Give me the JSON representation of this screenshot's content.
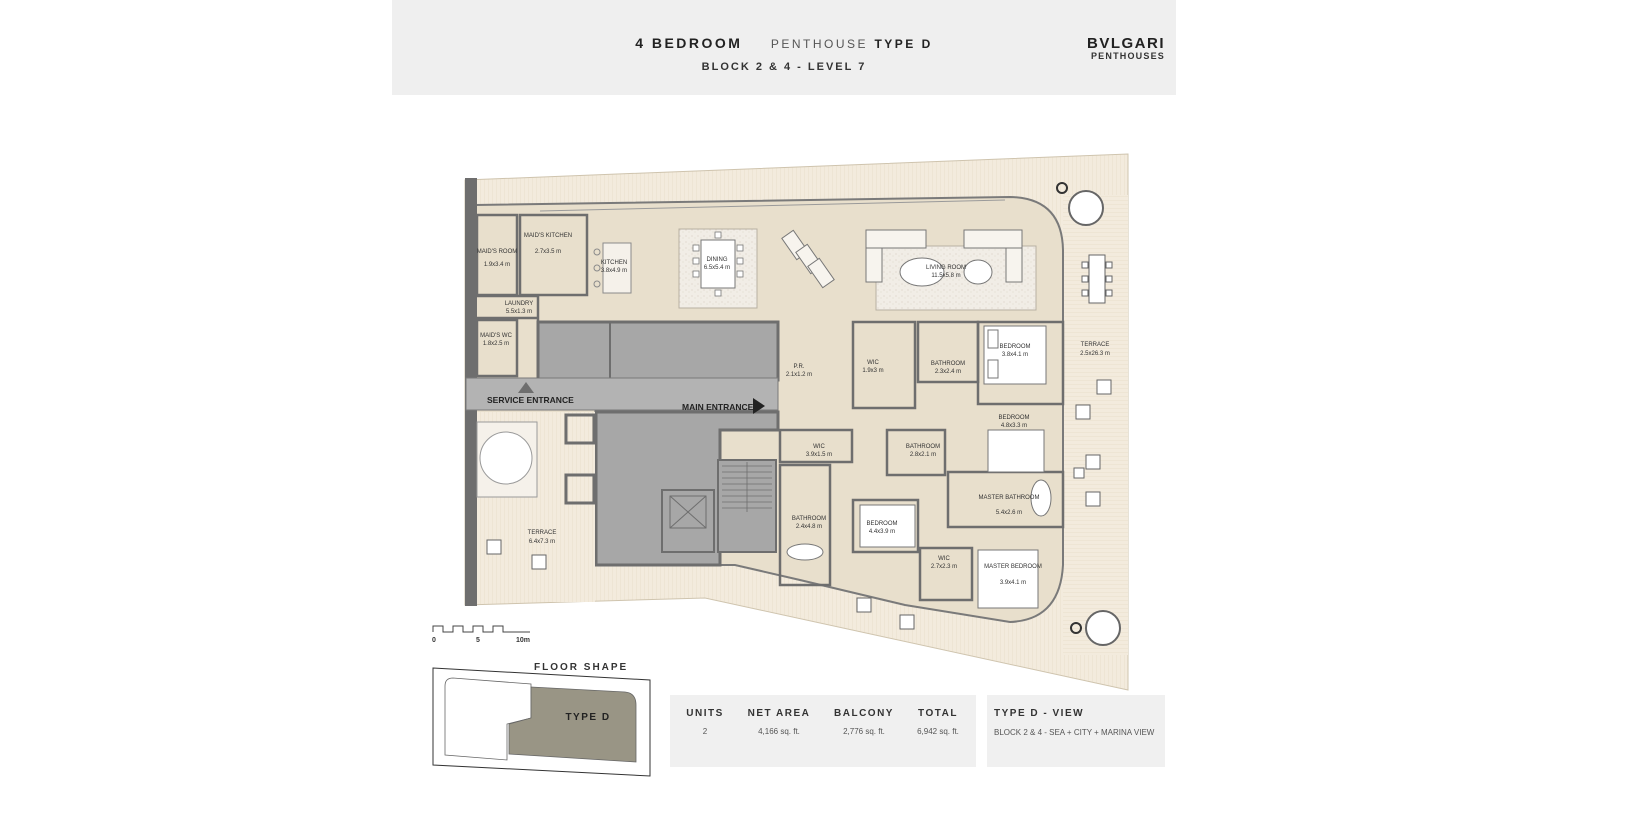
{
  "header": {
    "bedrooms": "4 BEDROOM",
    "penthouse": "PENTHOUSE",
    "type": "TYPE D",
    "location": "BLOCK 2 & 4 - LEVEL 7",
    "brand": "BVLGARI",
    "brand_sub": "PENTHOUSES"
  },
  "rooms": [
    {
      "name": "MAID'S ROOM",
      "size": "1.9x3.4 m"
    },
    {
      "name": "MAID'S KITCHEN",
      "size": "2.7x3.5 m"
    },
    {
      "name": "KITCHEN",
      "size": "3.8x4.9 m"
    },
    {
      "name": "DINING",
      "size": "6.5x5.4 m"
    },
    {
      "name": "LIVING ROOM",
      "size": "11.5x5.8 m"
    },
    {
      "name": "LAUNDRY",
      "size": "5.5x1.3 m"
    },
    {
      "name": "MAID'S WC",
      "size": "1.8x2.5 m"
    },
    {
      "name": "P.R.",
      "size": "2.1x1.2 m"
    },
    {
      "name": "WIC",
      "size": "1.9x3 m"
    },
    {
      "name": "BATHROOM",
      "size": "2.3x2.4 m"
    },
    {
      "name": "BEDROOM",
      "size": "3.8x4.1 m"
    },
    {
      "name": "TERRACE",
      "size": "2.5x26.3 m"
    },
    {
      "name": "BEDROOM",
      "size": "4.8x3.3 m"
    },
    {
      "name": "BATHROOM",
      "size": "2.8x2.1 m"
    },
    {
      "name": "WIC",
      "size": "3.9x1.5 m"
    },
    {
      "name": "MASTER BATHROOM",
      "size": "5.4x2.6 m"
    },
    {
      "name": "BATHROOM",
      "size": "2.4x4.8 m"
    },
    {
      "name": "BEDROOM",
      "size": "4.4x3.9 m"
    },
    {
      "name": "WIC",
      "size": "2.7x2.3 m"
    },
    {
      "name": "MASTER BEDROOM",
      "size": "3.9x4.1 m"
    },
    {
      "name": "TERRACE",
      "size": "6.4x7.3 m"
    }
  ],
  "entrances": {
    "service": "SERVICE ENTRANCE",
    "main": "MAIN ENTRANCE"
  },
  "scale": {
    "labels": [
      "0",
      "5",
      "10m"
    ]
  },
  "floor_shape": {
    "title": "FLOOR SHAPE",
    "unit": "TYPE D"
  },
  "stats": {
    "columns": [
      {
        "header": "UNITS",
        "value": "2"
      },
      {
        "header": "NET AREA",
        "value": "4,166 sq. ft."
      },
      {
        "header": "BALCONY",
        "value": "2,776 sq. ft."
      },
      {
        "header": "TOTAL",
        "value": "6,942 sq. ft."
      }
    ]
  },
  "view": {
    "title": "TYPE D - VIEW",
    "text": "BLOCK 2 & 4  - SEA  + CITY + MARINA VIEW"
  },
  "colors": {
    "terrace": "#f3ebdd",
    "interior": "#e8dfcc",
    "core": "#a7a7a7",
    "wall": "#6e6e6e",
    "header_bg": "#efefef"
  }
}
